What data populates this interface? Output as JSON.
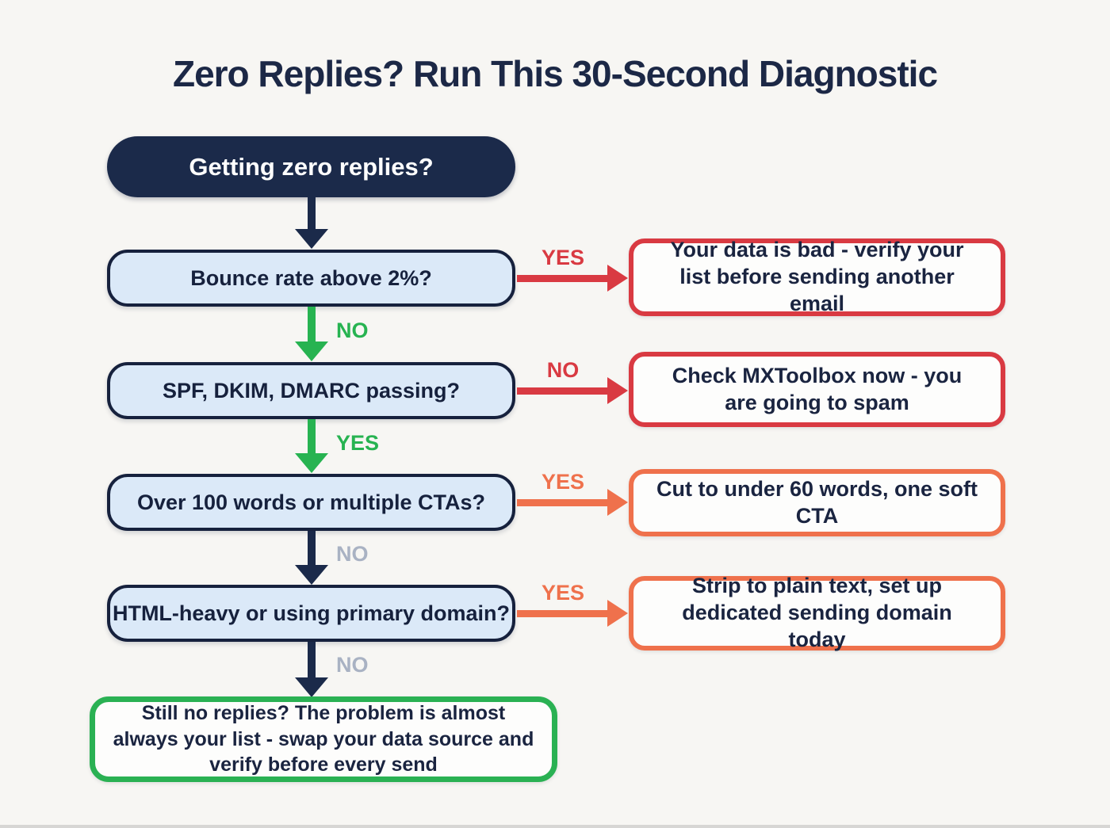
{
  "title": "Zero Replies? Run This 30-Second Diagnostic",
  "start": {
    "label": "Getting zero replies?"
  },
  "rows": [
    {
      "question": "Bounce rate above 2%?",
      "branch_label": "YES",
      "branch_color": "#d93a42",
      "result": "Your data is bad - verify your list before sending another email",
      "down_label": "NO",
      "down_arrow_color": "#27b351",
      "down_label_color": "#27b351"
    },
    {
      "question": "SPF, DKIM, DMARC passing?",
      "branch_label": "NO",
      "branch_color": "#d93a42",
      "result": "Check MXToolbox now - you are going to spam",
      "down_label": "YES",
      "down_arrow_color": "#27b351",
      "down_label_color": "#27b351"
    },
    {
      "question": "Over 100 words or multiple CTAs?",
      "branch_label": "YES",
      "branch_color": "#ef714c",
      "result": "Cut to under 60 words, one soft CTA",
      "down_label": "NO",
      "down_arrow_color": "#1b2a4a",
      "down_label_color": "#a9b2c3"
    },
    {
      "question": "HTML-heavy or using primary domain?",
      "branch_label": "YES",
      "branch_color": "#ef714c",
      "result": "Strip to plain text, set up dedicated sending domain today",
      "down_label": "NO",
      "down_arrow_color": "#1b2a4a",
      "down_label_color": "#a9b2c3"
    }
  ],
  "final": {
    "text": "Still no replies? The problem is almost always your list - swap your data source and verify before every send"
  },
  "colors": {
    "background": "#f7f6f3",
    "navy": "#1b2a4a",
    "question_fill": "#dbe9f8",
    "question_border": "#16213d",
    "red": "#d93a42",
    "orange": "#ef714c",
    "green": "#2ab153",
    "gray_label": "#a9b2c3",
    "text_dark": "#1a2440"
  }
}
